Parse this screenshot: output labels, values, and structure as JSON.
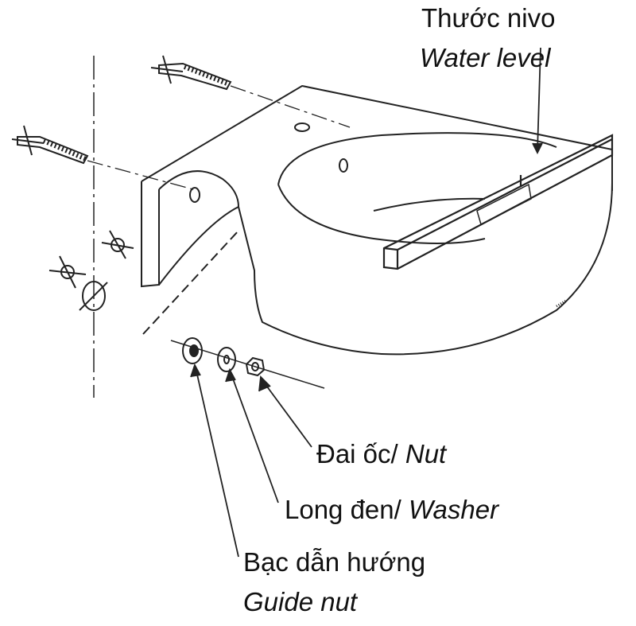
{
  "labels": {
    "water_level_vi": "Thước nivo",
    "water_level_en": "Water level",
    "nut_vi": "Đai ốc/ ",
    "nut_en": "Nut",
    "washer_vi": "Long đen/ ",
    "washer_en": "Washer",
    "guide_vi": "Bạc dẫn hướng",
    "guide_en": "Guide nut"
  },
  "colors": {
    "line": "#222222",
    "background": "#ffffff"
  }
}
